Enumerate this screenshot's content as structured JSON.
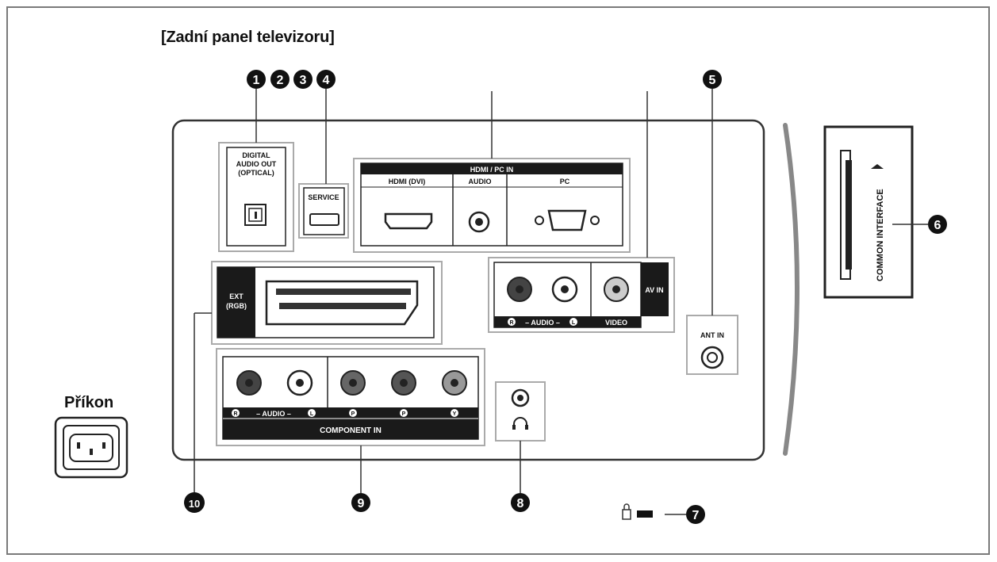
{
  "title": "[Zadní panel televizoru]",
  "power_label": "Příkon",
  "callouts": [
    "1",
    "2",
    "3",
    "4",
    "5",
    "6",
    "7",
    "8",
    "9",
    "10"
  ],
  "ports": {
    "digital_audio_out": [
      "DIGITAL",
      "AUDIO OUT",
      "(OPTICAL)"
    ],
    "service": "SERVICE",
    "hdmi_pc_in": "HDMI / PC IN",
    "hdmi_dvi": "HDMI (DVI)",
    "audio": "AUDIO",
    "pc": "PC",
    "ext_rgb": [
      "EXT",
      "(RGB)"
    ],
    "av_in": "AV IN",
    "av_audio": "– AUDIO –",
    "video": "VIDEO",
    "ant_in": "ANT IN",
    "component_audio": "– AUDIO –",
    "component_in": "COMPONENT IN",
    "common_interface": "COMMON INTERFACE",
    "audio_right_badge": "R",
    "audio_left_badge": "L",
    "pr_badge": "P",
    "pb_badge": "P",
    "y_badge": "Y"
  },
  "colors": {
    "stroke": "#333333",
    "panel_border": "#999999",
    "label_bar": "#1a1a1a",
    "callout": "#111111"
  }
}
